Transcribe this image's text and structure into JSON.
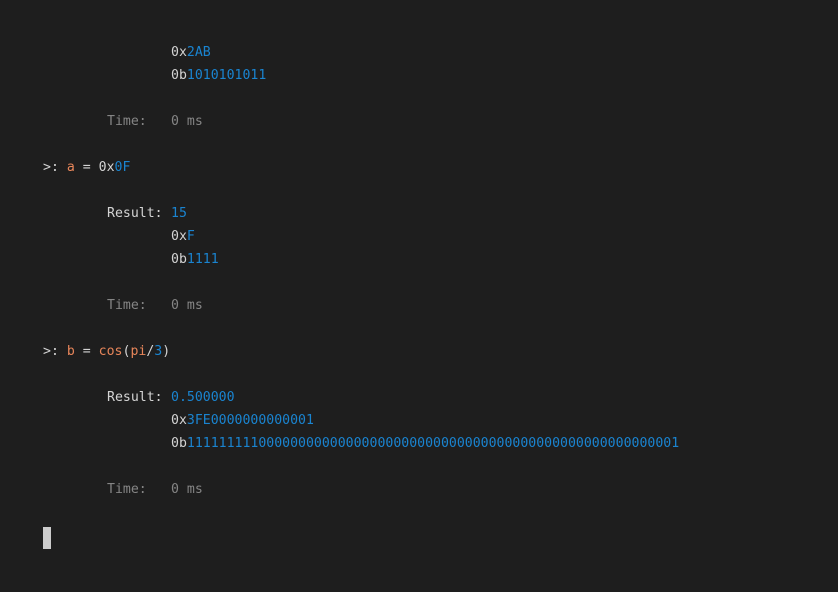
{
  "colors": {
    "background": "#1e1e1e",
    "text": "#d4d4d4",
    "variable": "#e8865a",
    "number": "#1a84d0",
    "dim": "#858585",
    "cursor": "#cccccc"
  },
  "prev_output": {
    "hex_prefix": "0x",
    "hex_value": "2AB",
    "bin_prefix": "0b",
    "bin_value": "1010101011",
    "time_label": "Time:",
    "time_value": "0 ms"
  },
  "entries": [
    {
      "prompt": ">:",
      "input": {
        "var": "a",
        "eq": "=",
        "expr_prefix": "0x",
        "expr_num": "0F"
      },
      "result_label": "Result:",
      "result_value": "15",
      "hex_prefix": "0x",
      "hex_value": "F",
      "bin_prefix": "0b",
      "bin_value": "1111",
      "time_label": "Time:",
      "time_value": "0 ms"
    },
    {
      "prompt": ">:",
      "input": {
        "var": "b",
        "eq": "=",
        "fn": "cos",
        "open": "(",
        "arg_const": "pi",
        "op": "/",
        "arg_num": "3",
        "close": ")"
      },
      "result_label": "Result:",
      "result_value": "0.500000",
      "hex_prefix": "0x",
      "hex_value": "3FE0000000000001",
      "bin_prefix": "0b",
      "bin_value": "11111111100000000000000000000000000000000000000000000000000001",
      "time_label": "Time:",
      "time_value": "0 ms"
    }
  ],
  "input_prompt": {
    "cursor": "block-cursor"
  }
}
